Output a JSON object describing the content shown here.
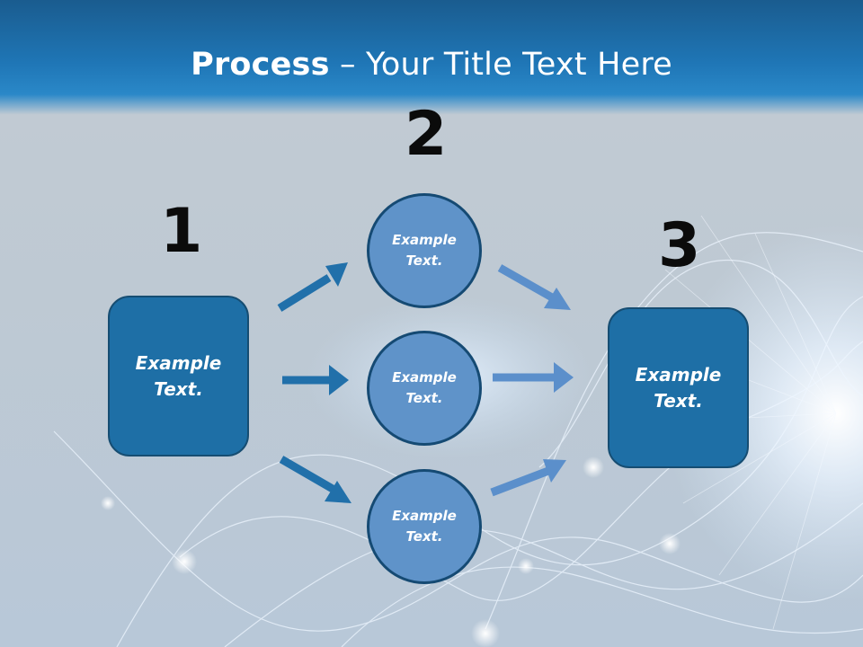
{
  "title": {
    "bold": "Process",
    "rest": " – Your Title Text Here"
  },
  "steps": [
    {
      "number": "1",
      "box_text": "Example\nText."
    },
    {
      "number": "2",
      "circles": [
        "Example\nText.",
        "Example\nText.",
        "Example\nText."
      ]
    },
    {
      "number": "3",
      "box_text": "Example\nText."
    }
  ],
  "colors": {
    "title_bar": "#1f76b6",
    "box_fill": "#1e6fa6",
    "circle_fill": "#5f93c9",
    "arrow_dark": "#2170aa",
    "arrow_light": "#5b8fcb"
  }
}
